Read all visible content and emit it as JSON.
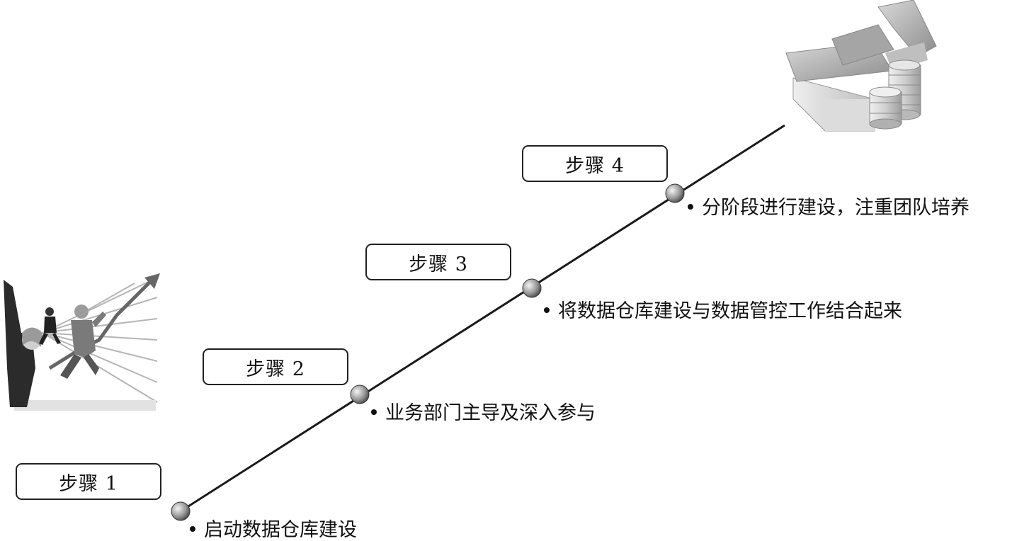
{
  "steps": [
    {
      "label": "步骤 1",
      "description": "启动数据仓库建设"
    },
    {
      "label": "步骤 2",
      "description": "业务部门主导及深入参与"
    },
    {
      "label": "步骤 3",
      "description": "将数据仓库建设与数据管控工作结合起来"
    },
    {
      "label": "步骤 4",
      "description": "分阶段进行建设，注重团队培养"
    }
  ],
  "illustrations": {
    "start": "business-people-growth-chart-illustration",
    "end": "house-with-coins-illustration"
  },
  "colors": {
    "line": "#1a1a1a",
    "box_border": "#222222",
    "node_light": "#e8e8e8",
    "node_dark": "#555555"
  }
}
